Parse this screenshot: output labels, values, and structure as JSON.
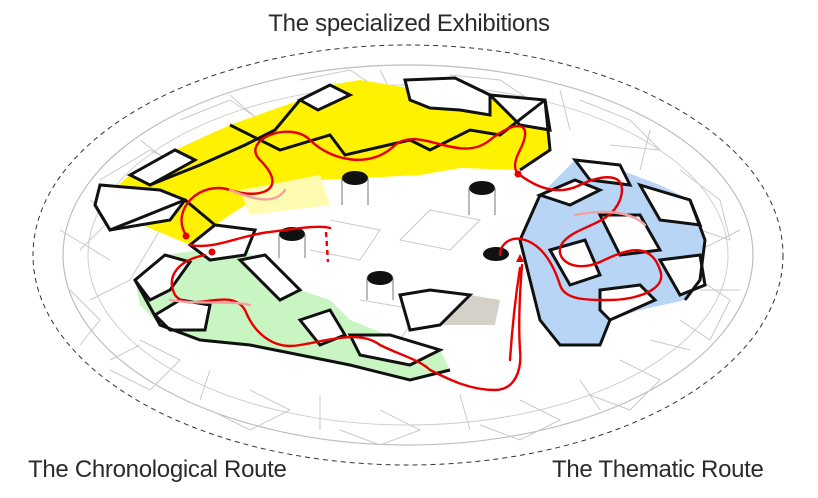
{
  "title": "The specialized Exhibitions",
  "routes": {
    "chronological": "The Chronological Route",
    "thematic": "The Thematic Route"
  },
  "colors": {
    "specialized_zone": "#fff200",
    "chronological_zone": "#c9f5c3",
    "thematic_zone": "#b9d5f5",
    "route": "#e60000",
    "walls": "#111111",
    "structure": "#c8c8c8"
  }
}
